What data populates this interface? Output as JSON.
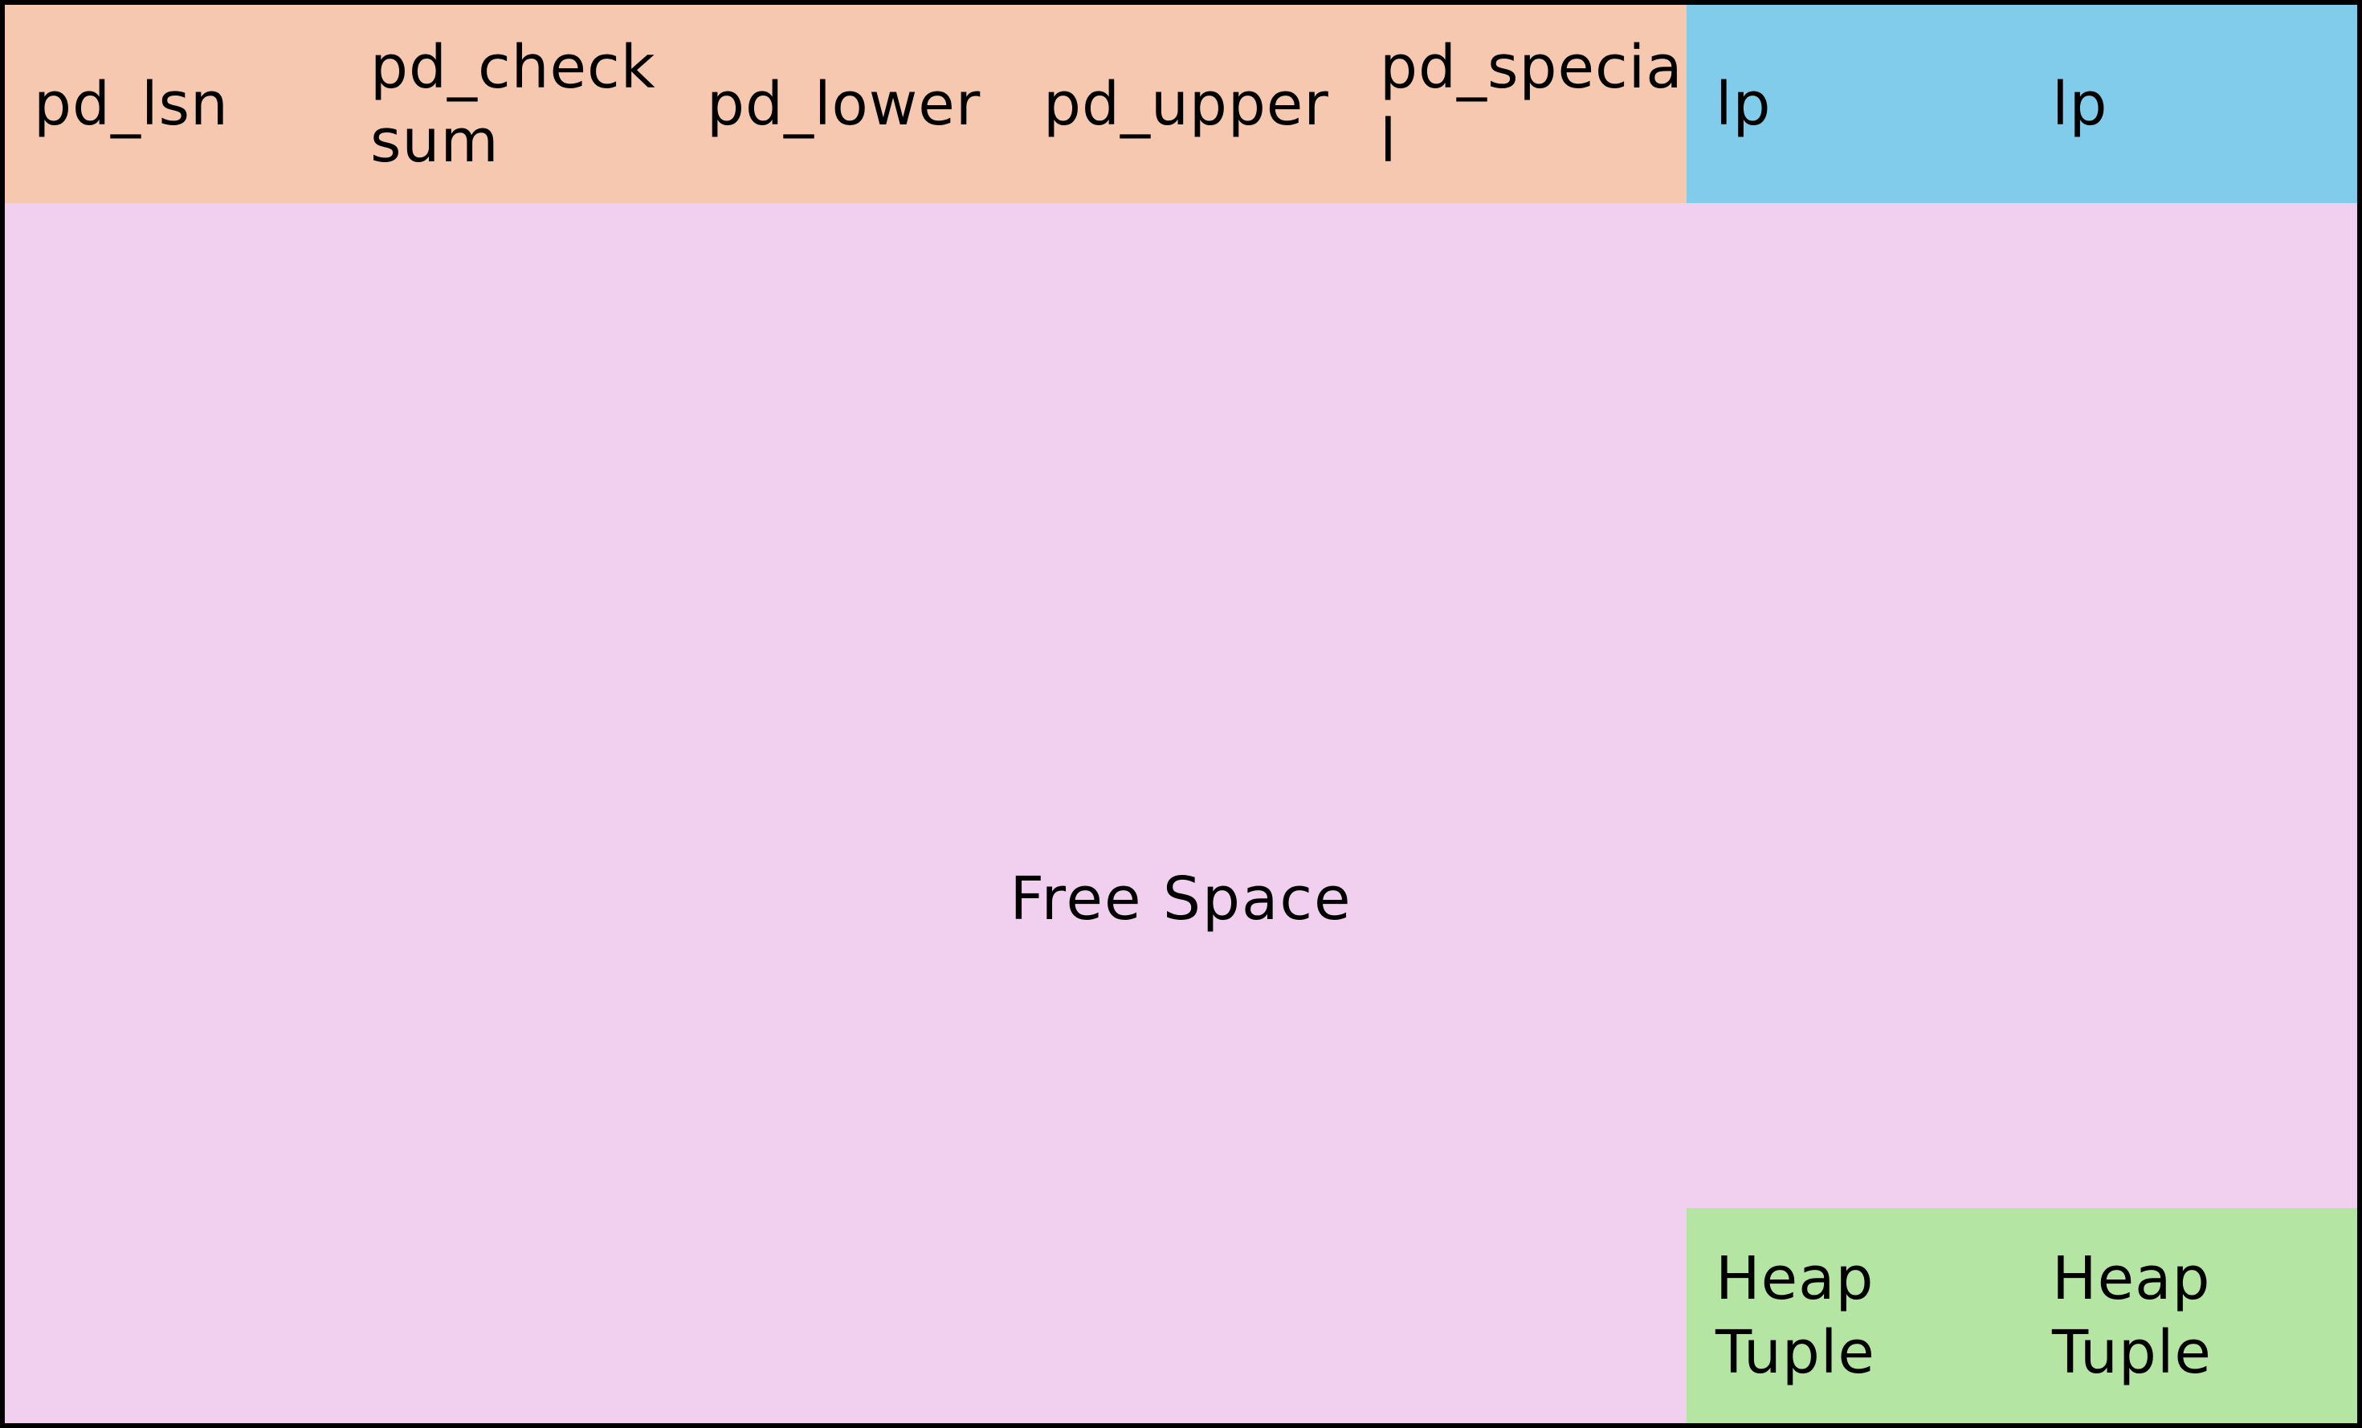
{
  "colors": {
    "header_fields": "#f7c8b0",
    "line_pointers": "#81ccea",
    "free_space": "#f1cfee",
    "heap_tuples": "#b5e5a3",
    "border": "#000000"
  },
  "header": {
    "fields": [
      "pd_lsn",
      "pd_checksum",
      "pd_lower",
      "pd_upper",
      "pd_special"
    ]
  },
  "line_pointers": [
    "lp",
    "lp"
  ],
  "free_space": {
    "label": "Free Space"
  },
  "heap_tuples": [
    "Heap Tuple",
    "Heap Tuple"
  ]
}
